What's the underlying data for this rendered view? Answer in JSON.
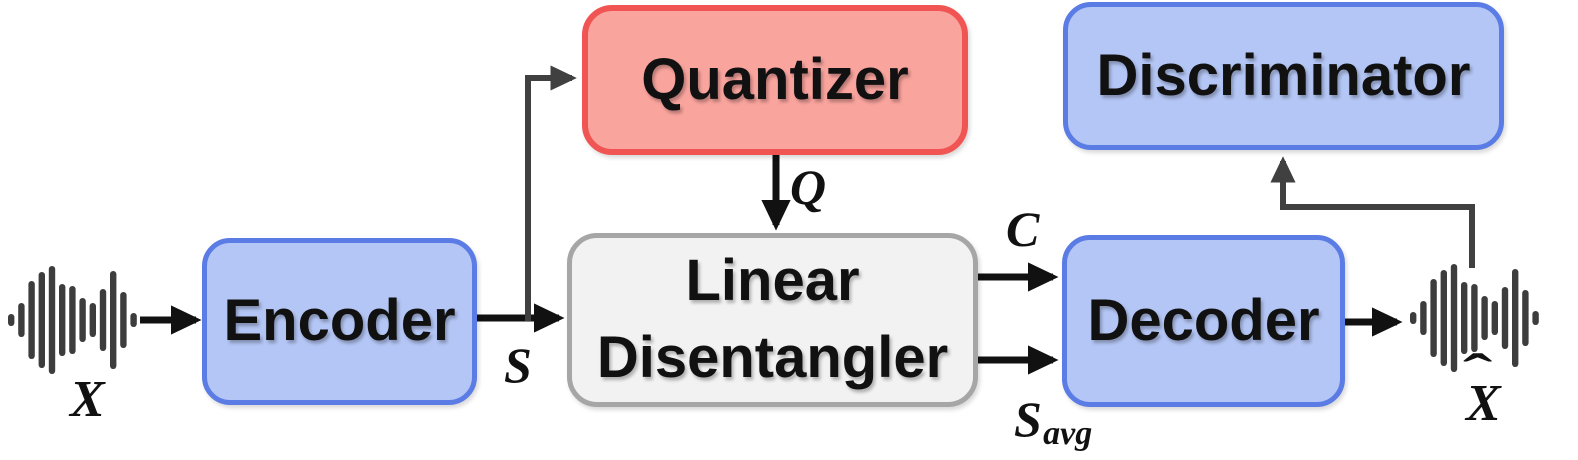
{
  "figure": {
    "nodes": {
      "encoder": {
        "label": "Encoder"
      },
      "quantizer": {
        "label": "Quantizer"
      },
      "disentangler": {
        "label_line1": "Linear",
        "label_line2": "Disentangler"
      },
      "decoder": {
        "label": "Decoder"
      },
      "discriminator": {
        "label": "Discriminator"
      }
    },
    "signal_labels": {
      "input": "X",
      "encoder_output": "S",
      "quantizer_output": "Q",
      "content_code": "C",
      "speaker_avg_base": "S",
      "speaker_avg_sub": "avg",
      "output_base": "X",
      "output_hat": "ˆ"
    },
    "colors": {
      "blue_fill": "#b4c6f5",
      "blue_border": "#5b7ce4",
      "red_fill": "#faa49e",
      "red_border": "#f15553",
      "gray_fill": "#f2f2f2",
      "gray_border": "#a6a6a6",
      "arrow": "#111111",
      "line": "#404040",
      "waveform": "#3d3d3d",
      "text": "#111111"
    },
    "waveform_heights": [
      12,
      34,
      78,
      96,
      108,
      72,
      68,
      44,
      34,
      62,
      98,
      56,
      14
    ]
  }
}
